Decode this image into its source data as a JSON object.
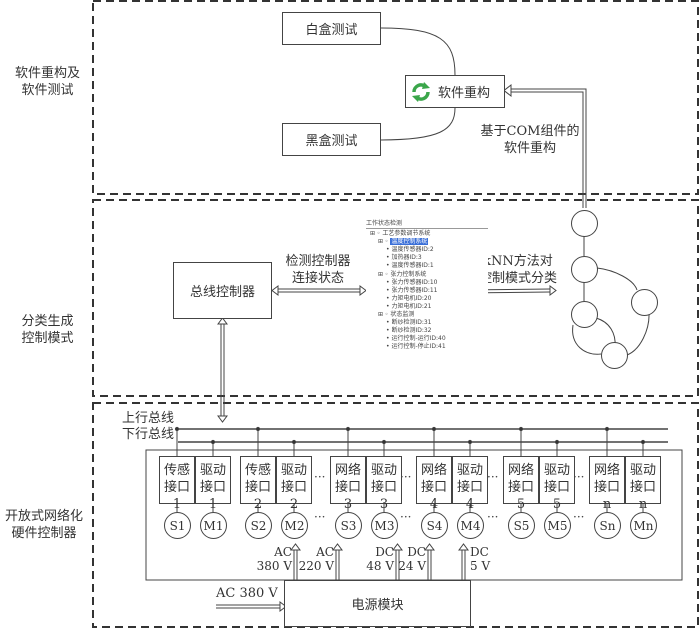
{
  "sections": [
    {
      "label_line1": "软件重构及",
      "label_line2": "软件测试"
    },
    {
      "label_line1": "分类生成",
      "label_line2": "控制模式"
    },
    {
      "label_line1": "开放式网络化",
      "label_line2": "硬件控制器"
    }
  ],
  "software_section": {
    "white_box": "白盒测试",
    "black_box": "黑盒测试",
    "refactor": "软件重构",
    "refactor_icon": "refresh-cycle-icon",
    "com_label_line1": "基于COM组件的",
    "com_label_line2": "软件重构",
    "accent_color": "#3aa64a"
  },
  "classify_section": {
    "bus_controller": "总线控制器",
    "detect_line1": "检测控制器",
    "detect_line2": "连接状态",
    "knn_line1": "kNN方法对",
    "knn_line2": "控制模式分类",
    "tree": {
      "header": "工作状态检测",
      "groups": [
        {
          "label": "工艺参数调节系统",
          "children": [
            {
              "label": "温度控制系统",
              "selected": true,
              "items": [
                "温度传感器ID:2",
                "加热器ID:3",
                "温度传感器ID:1"
              ]
            },
            {
              "label": "张力控制系统",
              "selected": false,
              "items": [
                "张力传感器ID:10",
                "张力传感器ID:11",
                "力矩电机ID:20",
                "力矩电机ID:21"
              ]
            }
          ]
        },
        {
          "label": "状态监测",
          "children": [
            {
              "label": "",
              "selected": false,
              "items": [
                "断纱检测ID:31",
                "断纱检测ID:32",
                "运行控制-运行ID:40",
                "运行控制-停止ID:41"
              ]
            }
          ]
        }
      ],
      "highlight_color": "#3a6fd8"
    }
  },
  "hardware_section": {
    "up_bus": "上行总线",
    "down_bus": "下行总线",
    "interfaces": [
      {
        "l1": "传感",
        "l2": "接口1"
      },
      {
        "l1": "驱动",
        "l2": "接口1"
      },
      {
        "l1": "传感",
        "l2": "接口2"
      },
      {
        "l1": "驱动",
        "l2": "接口2"
      },
      {
        "l1": "网络",
        "l2": "接口3"
      },
      {
        "l1": "驱动",
        "l2": "接口3"
      },
      {
        "l1": "网络",
        "l2": "接口4"
      },
      {
        "l1": "驱动",
        "l2": "接口4"
      },
      {
        "l1": "网络",
        "l2": "接口5"
      },
      {
        "l1": "驱动",
        "l2": "接口5"
      },
      {
        "l1": "网络",
        "l2": "接口n"
      },
      {
        "l1": "驱动",
        "l2": "接口n"
      }
    ],
    "nodes": [
      "S1",
      "M1",
      "S2",
      "M2",
      "S3",
      "M3",
      "S4",
      "M4",
      "S5",
      "M5",
      "Sn",
      "Mn"
    ],
    "ellipsis": "···",
    "power_module": "电源模块",
    "power_input": "AC 380 V",
    "power_outputs": [
      {
        "l1": "AC",
        "l2": "380 V"
      },
      {
        "l1": "AC",
        "l2": "220 V"
      },
      {
        "l1": "DC",
        "l2": "48 V"
      },
      {
        "l1": "DC",
        "l2": "24 V"
      },
      {
        "l1": "DC",
        "l2": "5 V"
      }
    ]
  }
}
